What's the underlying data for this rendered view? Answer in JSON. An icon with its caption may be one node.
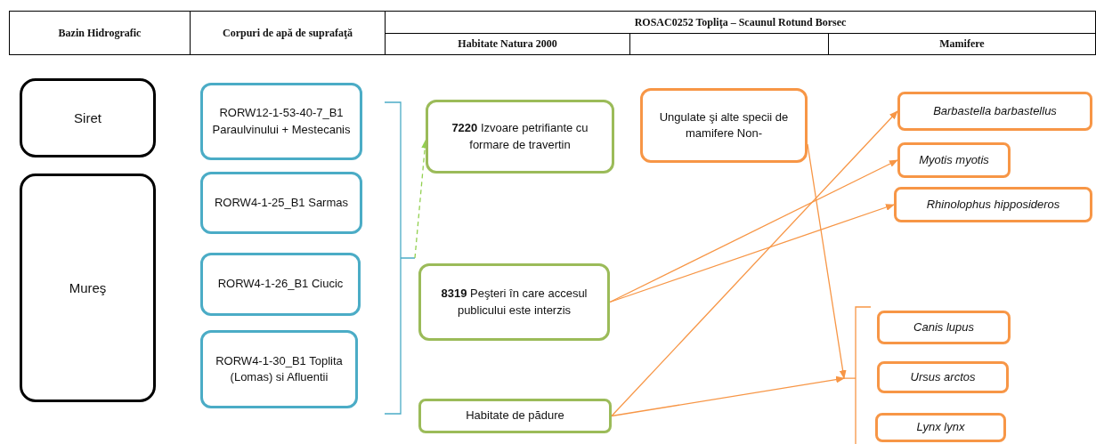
{
  "diagram": {
    "nodes": [
      {
        "text": [
          "Siret"
        ]
      },
      {
        "text": [
          "Mureş"
        ]
      },
      {
        "text": [
          "RORW12-1-53-40-7_B1 Paraulvinului + Mestecanis"
        ]
      },
      {
        "text": [
          "RORW4-1-25_B1 Sarmas"
        ]
      },
      {
        "text": [
          "RORW4-1-26_B1 Ciucic"
        ]
      },
      {
        "text": [
          "RORW4-1-30_B1 Toplita (Lomas) si Afluentii"
        ]
      },
      {
        "text": [],
        "shape": "bracket"
      },
      {
        "text": [
          "**7220** Izvoare petrifiante cu formare de travertin"
        ]
      },
      {
        "text": [
          "**8319** Peşteri în care accesul publicului este interzis"
        ]
      },
      {
        "text": [
          "Habitate de pădure"
        ]
      },
      {
        "text": [
          "Ungulate şi alte specii de mamifere Non-"
        ]
      },
      {
        "text": [
          "Barbastella barbastellus"
        ]
      },
      {
        "text": [
          "Myotis myotis"
        ]
      },
      {
        "text": [
          "Rhinolophus hipposideros"
        ]
      },
      {
        "text": [],
        "shape": "bracket"
      },
      {
        "text": [
          "Canis lupus"
        ]
      },
      {
        "text": [
          "Ursus arctos"
        ]
      },
      {
        "text": [
          "Lynx lynx"
        ]
      }
    ],
    "edges": [
      {
        "from": 6,
        "to": 7,
        "arrow": "to",
        "style": "dashed",
        "color": "#92d050"
      },
      {
        "from": 8,
        "to": 12,
        "arrow": "to"
      },
      {
        "from": 8,
        "to": 13,
        "arrow": "to"
      },
      {
        "from": 9,
        "to": 11,
        "arrow": "to"
      },
      {
        "from": 9,
        "to": 14,
        "arrow": "to"
      },
      {
        "from": 10,
        "to": 14,
        "arrow": "to"
      }
    ],
    "labels": [
      "Bazin Hidrografic",
      "Corpuri de apă de suprafaţă",
      "ROSAC0252 Topliţa – Scaunul Rotund Borsec",
      "Habitate Natura 2000",
      "Mamifere"
    ]
  }
}
